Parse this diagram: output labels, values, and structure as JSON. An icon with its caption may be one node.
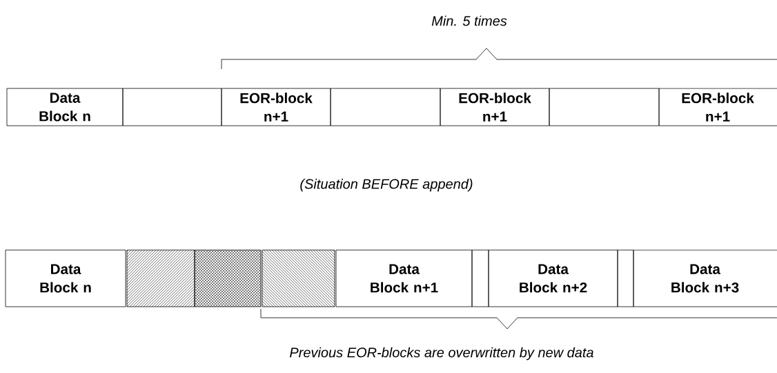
{
  "diagram": {
    "nodes": [
      {
        "text": [
          "Data Block n"
        ]
      },
      {
        "text": [],
        "shape": "box"
      },
      {
        "text": [
          "EOR-block n+1"
        ]
      },
      {
        "text": [],
        "shape": "box"
      },
      {
        "text": [
          "EOR-block n+1"
        ]
      },
      {
        "text": [],
        "shape": "box"
      },
      {
        "text": [
          "EOR-block n+1"
        ]
      },
      {
        "text": [
          "Data Block n"
        ]
      },
      {
        "text": [],
        "shape": "box"
      },
      {
        "text": [],
        "shape": "box"
      },
      {
        "text": [],
        "shape": "box"
      },
      {
        "text": [
          "Data Block n+1"
        ]
      },
      {
        "text": [],
        "shape": "box"
      },
      {
        "text": [
          "Data Block n+2"
        ]
      },
      {
        "text": [],
        "shape": "box"
      },
      {
        "text": [
          "Data Block n+3"
        ]
      }
    ],
    "labels": [
      "Min. 5 times",
      "(Situation BEFORE append)",
      "Previous EOR-blocks are overwritten by new data"
    ]
  }
}
